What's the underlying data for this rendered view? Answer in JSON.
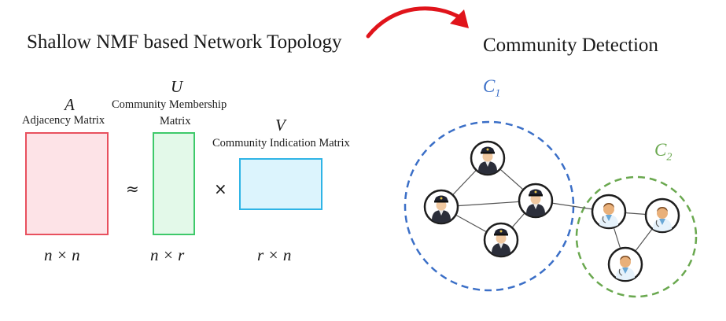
{
  "left_title": "Shallow NMF based Network Topology",
  "right_title": "Community Detection",
  "matrices": [
    {
      "symbol": "A",
      "label_lines": [
        "Adjacency Matrix"
      ],
      "dims": "n × n",
      "fill": "#fde3e7",
      "stroke": "#e8505e"
    },
    {
      "symbol": "U",
      "label_lines": [
        "Community Membership",
        "Matrix"
      ],
      "dims": "n × r",
      "fill": "#e3f9e9",
      "stroke": "#3ec96a"
    },
    {
      "symbol": "V",
      "label_lines": [
        "Community Indication Matrix"
      ],
      "dims": "r × n",
      "fill": "#dcf4fd",
      "stroke": "#2fb4e6"
    }
  ],
  "operators": {
    "approx": "≈",
    "times": "×"
  },
  "communities": [
    {
      "label": "C",
      "subscript": "1",
      "color": "#3b6fc7"
    },
    {
      "label": "C",
      "subscript": "2",
      "color": "#6aa84f"
    }
  ],
  "colors": {
    "arrow": "#e0141b",
    "text": "#1a1a1a",
    "edge": "#555555"
  },
  "nodes": [
    {
      "id": "p1",
      "community": 1,
      "icon": "police-officer-icon"
    },
    {
      "id": "p2",
      "community": 1,
      "icon": "police-officer-icon"
    },
    {
      "id": "p3",
      "community": 1,
      "icon": "police-officer-icon"
    },
    {
      "id": "p4",
      "community": 1,
      "icon": "police-officer-icon"
    },
    {
      "id": "d1",
      "community": 2,
      "icon": "doctor-icon"
    },
    {
      "id": "d2",
      "community": 2,
      "icon": "doctor-icon"
    },
    {
      "id": "d3",
      "community": 2,
      "icon": "doctor-icon"
    }
  ]
}
